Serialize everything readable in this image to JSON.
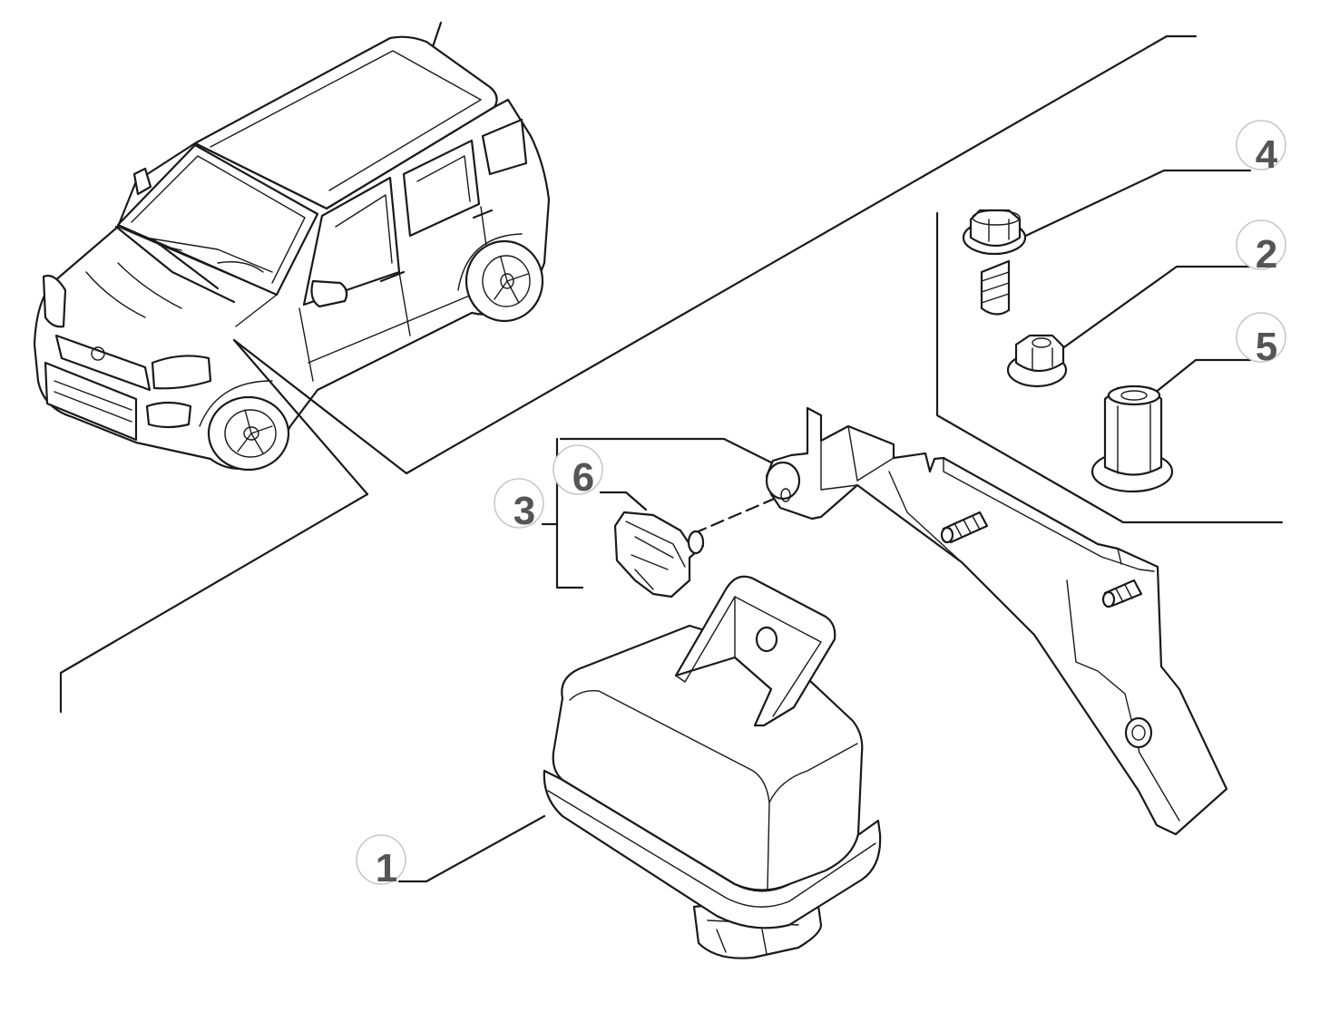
{
  "diagram": {
    "callouts": [
      {
        "id": "callout-1",
        "label": "1"
      },
      {
        "id": "callout-2",
        "label": "2"
      },
      {
        "id": "callout-3",
        "label": "3"
      },
      {
        "id": "callout-4",
        "label": "4"
      },
      {
        "id": "callout-5",
        "label": "5"
      },
      {
        "id": "callout-6",
        "label": "6"
      }
    ],
    "colors": {
      "line": "#1a1a1a",
      "callout_text": "#555555",
      "callout_ring": "#c8c8c8",
      "background": "#ffffff"
    }
  }
}
